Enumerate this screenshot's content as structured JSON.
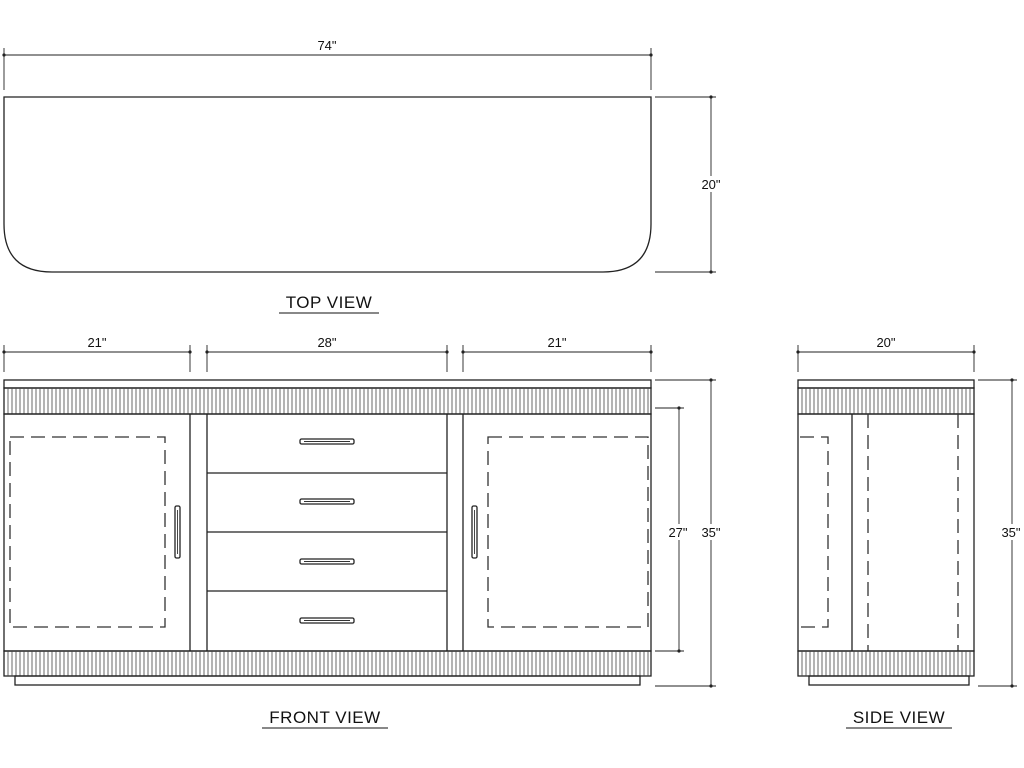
{
  "dimensions": {
    "top_width": "74\"",
    "top_depth": "20\"",
    "front_left": "21\"",
    "front_middle": "28\"",
    "front_right": "21\"",
    "front_door_height": "27\"",
    "front_height": "35\"",
    "side_width": "20\"",
    "side_height": "35\""
  },
  "views": {
    "top": "TOP  VIEW",
    "front": "FRONT  VIEW",
    "side": "SIDE  VIEW"
  }
}
